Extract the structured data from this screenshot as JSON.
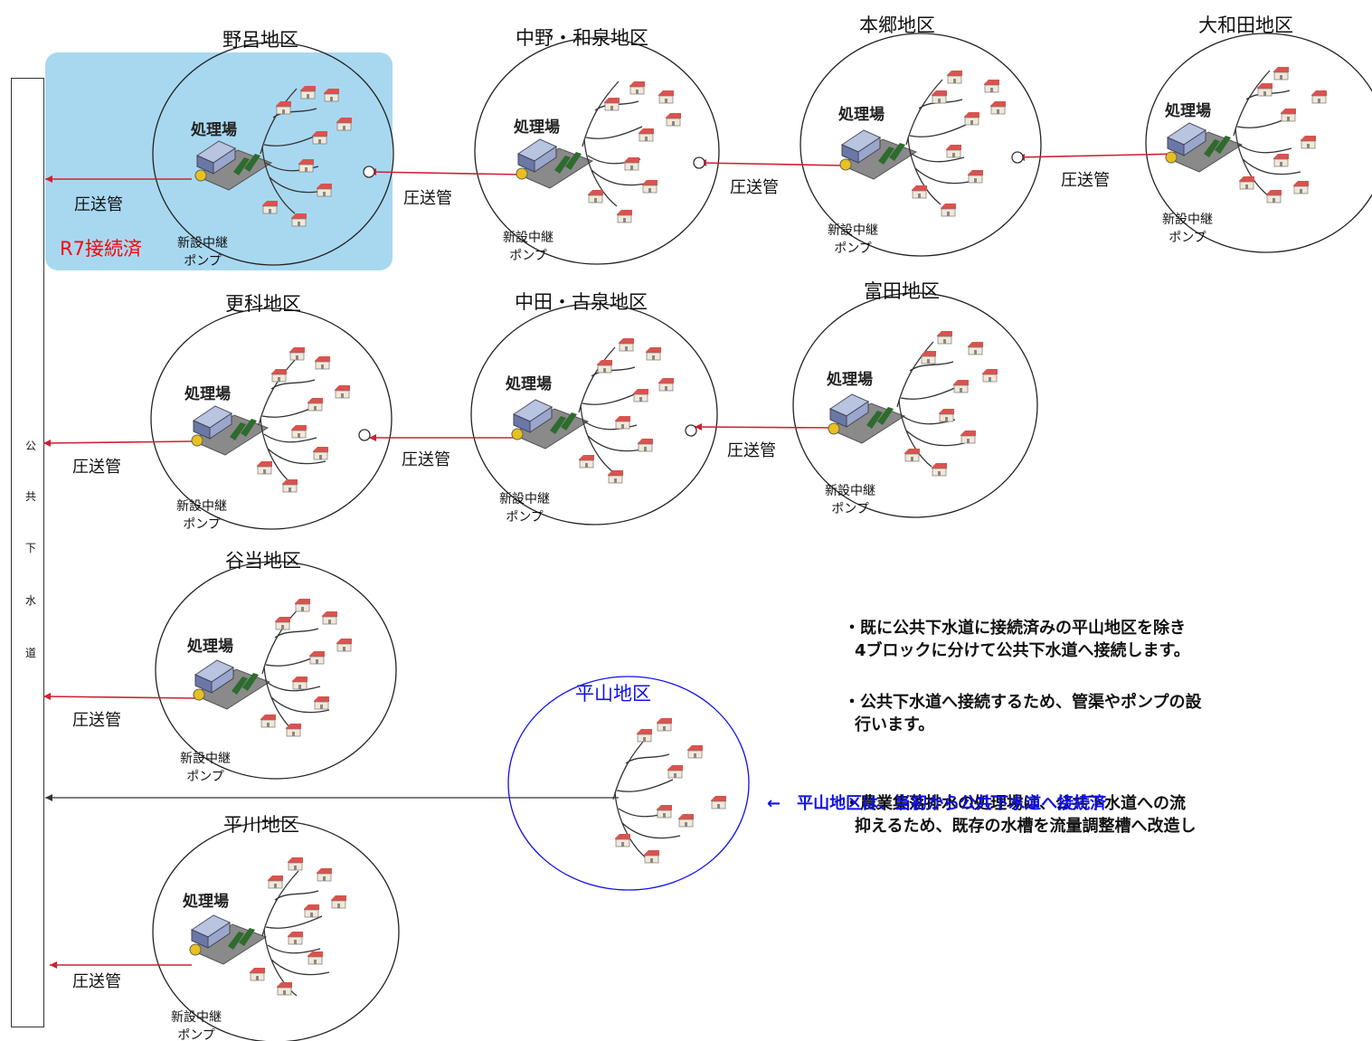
{
  "colors": {
    "connected_highlight": "#a8d8f0",
    "pipe_red": "#cc2233",
    "hirayama_blue": "#1010ee",
    "r7_red": "#ff0000",
    "text_dark": "#111111"
  },
  "labels": {
    "pipe": "圧送管",
    "pump_line1": "新設中継",
    "pump_line2": "ポンプ",
    "plant": "処理場",
    "r7_connected": "R7接続済",
    "public_sewer": [
      "公",
      "共",
      "下",
      "水",
      "道"
    ]
  },
  "districts": {
    "noro": "野呂地区",
    "nakano_izumi": "中野・和泉地区",
    "hongo": "本郷地区",
    "owada": "大和田地区",
    "sarashina": "更科地区",
    "nakata_koizumi": "中田・古泉地区",
    "tomita": "富田地区",
    "yato": "谷当地区",
    "hirayama": "平山地区",
    "hirakawa": "平川地区"
  },
  "notes": {
    "note1_line1": "・既に公共下水道に接続済みの平山地区を除き",
    "note1_line2": "4ブロックに分けて公共下水道へ接続します。",
    "note2_line1": "・公共下水道へ接続するため、管渠やポンプの設",
    "note2_line2": "行います。",
    "note3_line1": "・農業集落排水の処理場は、公共下水道への流",
    "note3_line2": "抑えるため、既存の水槽を流量調整槽へ改造し",
    "hirayama_note": "←　平山地区は、当初から公共下水道へ接続済"
  }
}
